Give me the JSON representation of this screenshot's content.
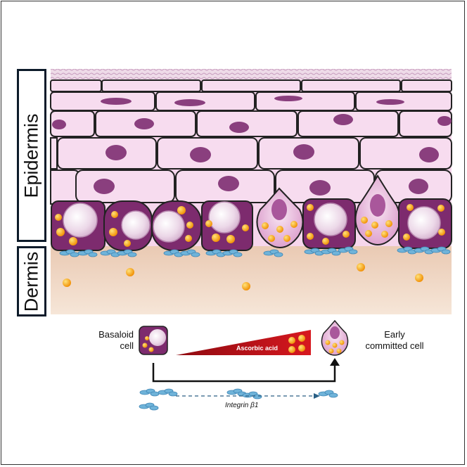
{
  "layers": {
    "epidermis": "Epidermis",
    "dermis": "Dermis"
  },
  "legend": {
    "basaloid_cell": "Basaloid\ncell",
    "ascorbic_acid": "Ascorbic acid",
    "early_committed_cell": "Early\ncommitted cell",
    "integrin": "Integrin β1"
  },
  "colors": {
    "epidermis_pink": "#f6d6ec",
    "nucleus": "#8a3f7e",
    "basal_cell": "#7d2b6e",
    "dermis": "#f2d9c4",
    "vitamin_dot": "#f5a623",
    "integrin": "#6fb3d9",
    "wedge": "#c0141b"
  },
  "icons": [
    "basaloid-cell-icon",
    "committed-cell-icon",
    "integrin-icon",
    "vitamin-c-dot-icon",
    "arrow-icon"
  ]
}
